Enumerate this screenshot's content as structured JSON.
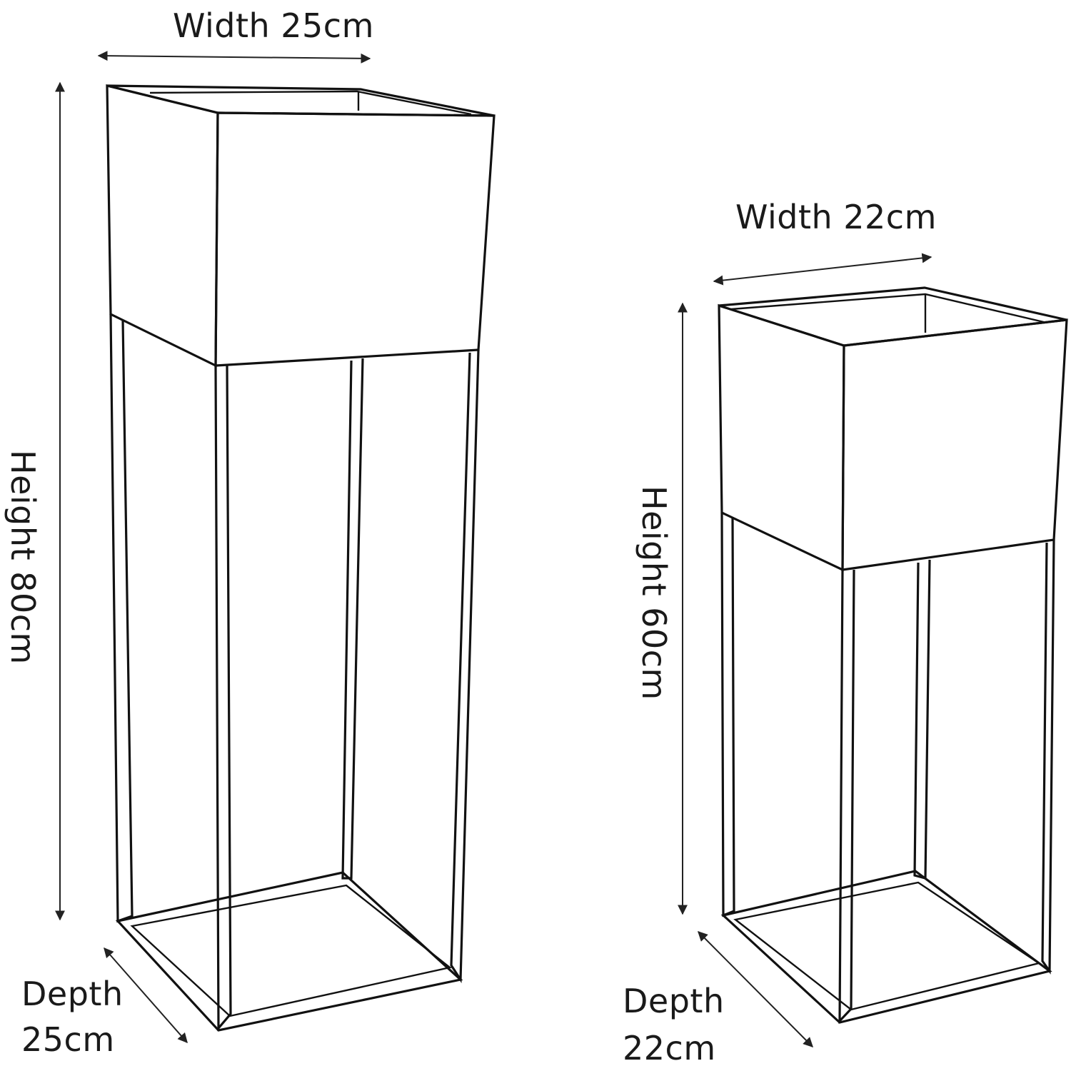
{
  "colors": {
    "line": "#111111",
    "text": "#1a1a1a",
    "background": "#ffffff"
  },
  "large_stand": {
    "width_label": "Width 25cm",
    "height_label": "Height 80cm",
    "depth_label_line1": "Depth",
    "depth_label_line2": "25cm"
  },
  "small_stand": {
    "width_label": "Width 22cm",
    "height_label": "Height 60cm",
    "depth_label_line1": "Depth",
    "depth_label_line2": "22cm"
  }
}
